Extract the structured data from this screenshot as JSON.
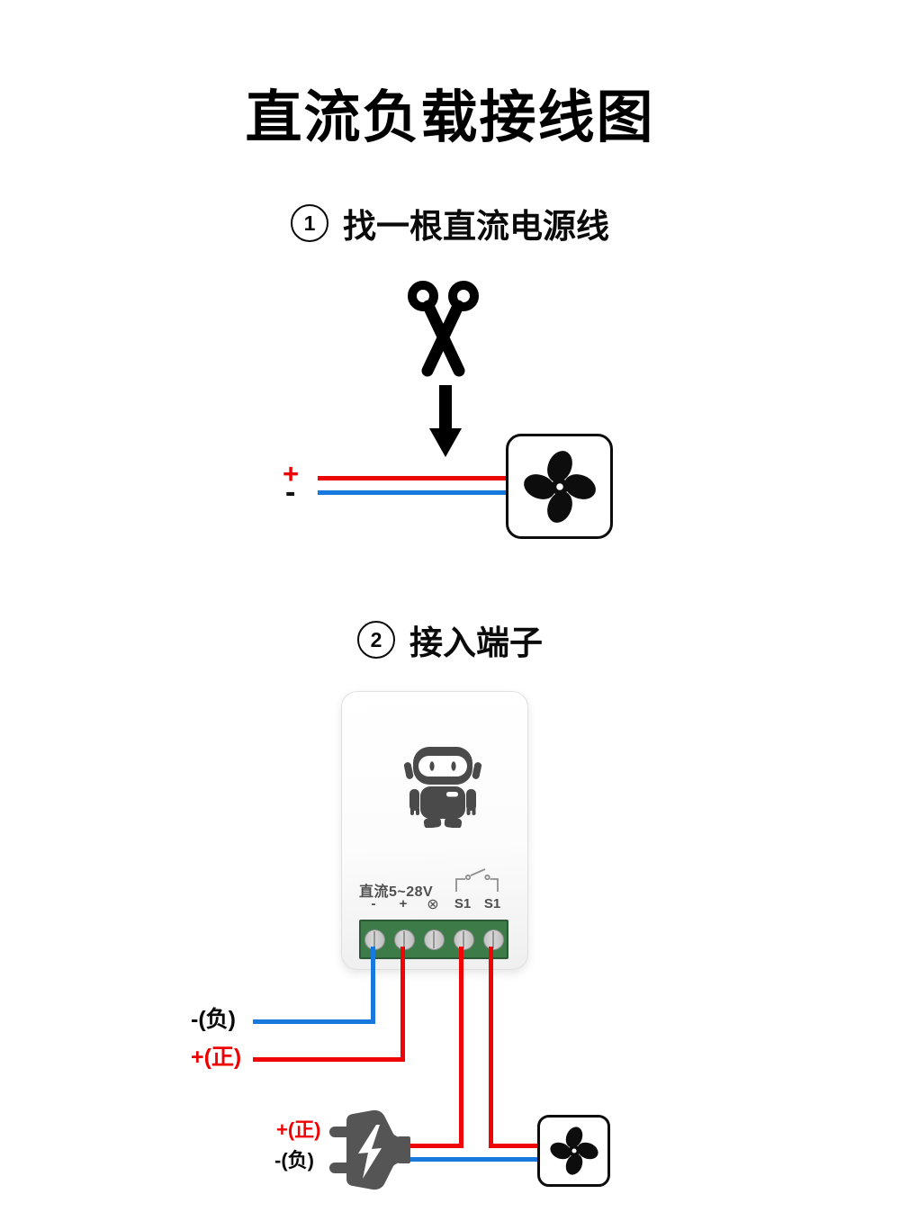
{
  "title": "直流负载接线图",
  "steps": [
    {
      "number": "1",
      "label": "找一根直流电源线"
    },
    {
      "number": "2",
      "label": "接入端子"
    }
  ],
  "diagram1": {
    "positive_mark": "+",
    "negative_mark": "-",
    "icons": [
      "scissors-icon",
      "down-arrow-icon",
      "fan-icon"
    ]
  },
  "device": {
    "voltage_label": "直流5~28V",
    "terminal_labels": [
      "-",
      "+",
      "⊗",
      "S1",
      "S1"
    ],
    "logo": "robot-logo",
    "icons": [
      "robot-logo-icon",
      "switch-contact-icon"
    ]
  },
  "diagram2": {
    "negative_label": "-(负)",
    "positive_label": "+(正)",
    "plug_positive_label": "+(正)",
    "plug_negative_label": "-(负)",
    "icons": [
      "power-plug-icon",
      "lightning-bolt-icon",
      "fan-icon"
    ]
  },
  "colors": {
    "wire_red": "#ee0505",
    "wire_blue": "#1778dd",
    "label_red": "#f00000",
    "terminal_green": "#3d7b49",
    "terminal_green_border": "#2c5a36",
    "device_icon_gray": "#4a4a4a"
  }
}
